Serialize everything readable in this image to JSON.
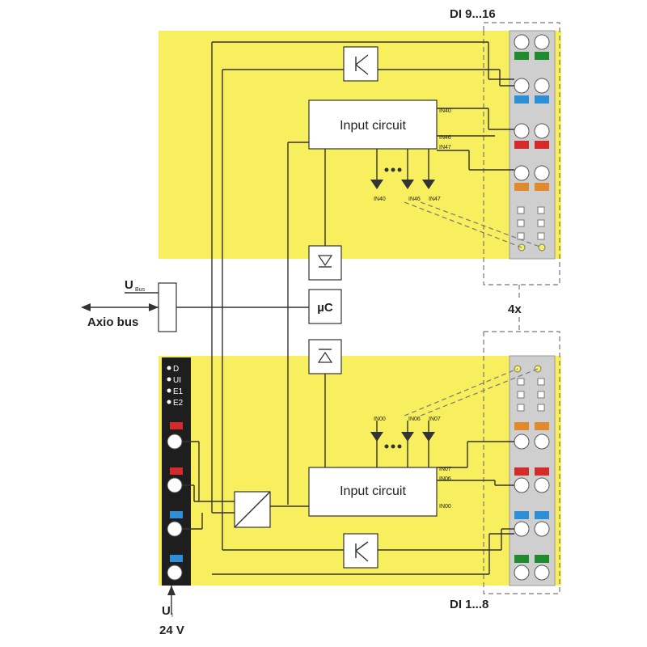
{
  "labels": {
    "di_top": "DI 9...16",
    "di_bottom": "DI 1...8",
    "u_bus_main": "U",
    "u_bus_sub": "Bus",
    "axio_bus": "Axio bus",
    "multiplier": "4x",
    "input_circuit_top": "Input circuit",
    "input_circuit_bottom": "Input circuit",
    "microcontroller": "µC",
    "u_supply_main": "U",
    "u_supply_sub": "I",
    "supply_voltage": "24 V"
  },
  "channels_top": {
    "in40": "IN40",
    "in46": "IN46",
    "in47": "IN47",
    "led_40": "IN40",
    "led_46": "IN46",
    "led_47": "IN47"
  },
  "channels_bottom": {
    "in00": "IN00",
    "in06": "IN06",
    "in07": "IN07",
    "led_00": "IN00",
    "led_06": "IN06",
    "led_07": "IN07"
  },
  "status_leds": [
    "D",
    "UI",
    "E1",
    "E2"
  ],
  "colors": {
    "yellow": "#f7ef5e",
    "grey_terminal": "#cfcfcf",
    "dark_strip": "#1e1e1e",
    "green": "#1f8a2e",
    "blue": "#2d8fd6",
    "red": "#d42a2a",
    "orange": "#e08a2c"
  },
  "terminal_colors_top": [
    "green",
    "blue",
    "red",
    "orange"
  ],
  "terminal_colors_bottom": [
    "orange",
    "red",
    "blue",
    "green"
  ],
  "supply_connector_colors": [
    "red",
    "red",
    "blue",
    "blue"
  ]
}
